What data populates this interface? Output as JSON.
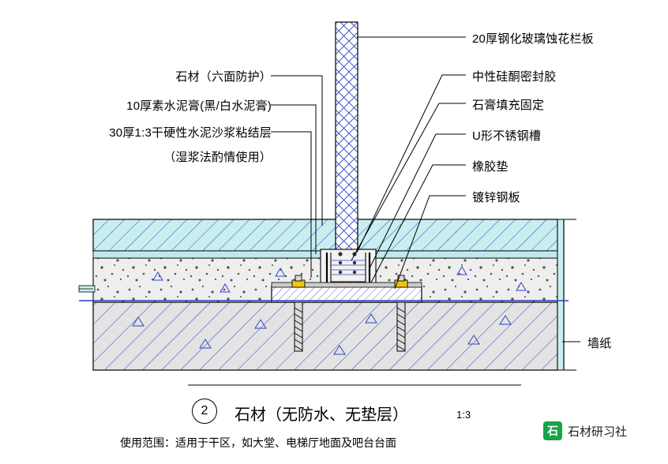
{
  "diagram": {
    "title_labels_left": [
      {
        "id": "stone",
        "text": "石材（六面防护）"
      },
      {
        "id": "cement-paste",
        "text": "10厚素水泥膏(黑/白水泥膏)"
      },
      {
        "id": "dry-mortar",
        "text": "30厚1:3干硬性水泥沙浆粘结层"
      },
      {
        "id": "wet-mortar-note",
        "text": "（湿浆法酌情使用）"
      }
    ],
    "labels_right": [
      {
        "id": "glass-railing",
        "text": "20厚钢化玻璃蚀花栏板"
      },
      {
        "id": "silicone-sealant",
        "text": "中性硅酮密封胶"
      },
      {
        "id": "gypsum-fill",
        "text": "石膏填充固定"
      },
      {
        "id": "u-channel",
        "text": "U形不锈钢槽"
      },
      {
        "id": "rubber-pad",
        "text": "橡胶垫"
      },
      {
        "id": "galvanized-plate",
        "text": "镀锌钢板"
      },
      {
        "id": "wallpaper",
        "text": "墙纸"
      }
    ],
    "caption": {
      "number": "2",
      "title": "石材（无防水、无垫层）",
      "scale": "1:3",
      "subtitle": "使用范围：适用于干区，如大堂、电梯厅地面及吧台台面"
    },
    "watermark": {
      "logo_glyph": "石",
      "text": "石材研习社"
    },
    "colors": {
      "hatch_blue": "#1f3fbf",
      "outline_black": "#000000",
      "cyan_fill": "#bfeaea",
      "gray_fill": "#d9d9d9",
      "concrete_fill": "#e8e8e8",
      "accent_green": "#16a34a",
      "leader_line": "#000000"
    }
  }
}
